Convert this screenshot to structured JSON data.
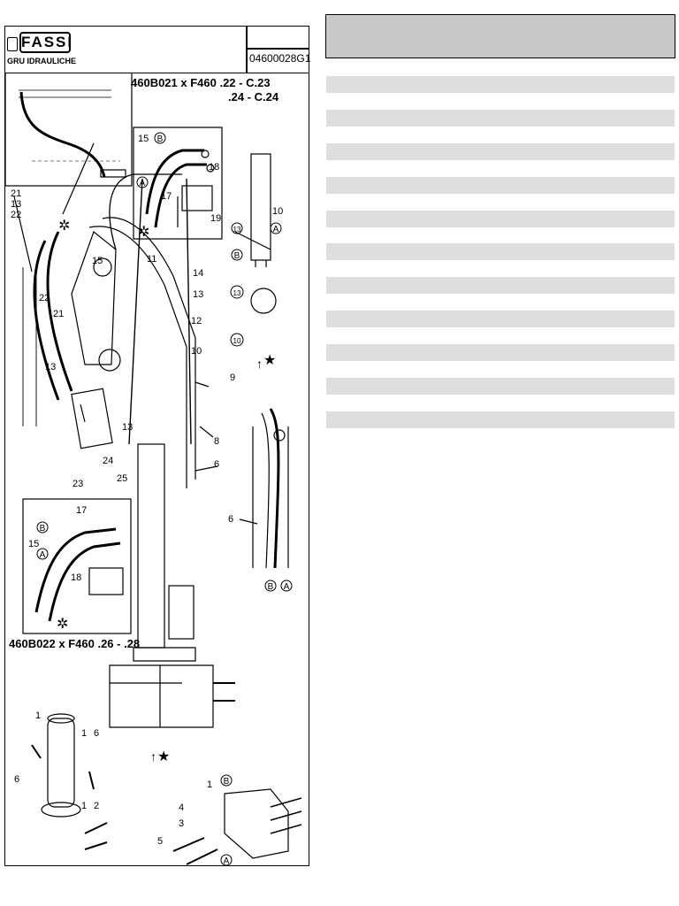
{
  "title_block": {
    "logo_text": "FASSI",
    "logo_subtitle": "GRU IDRAULICHE",
    "drawing_code": "04600028G1"
  },
  "drawing": {
    "variant_top_line1": "460B021 x F460 .22 - C.23",
    "variant_top_line2": ".24 - C.24",
    "variant_bottom": "460B022 x F460 .26 - .28",
    "callouts": {
      "n21": "21",
      "n13": "13",
      "n22": "22",
      "n15": "15",
      "n17": "17",
      "n18": "18",
      "n19": "19",
      "n10": "10",
      "n11": "11",
      "n14": "14",
      "n12": "12",
      "n9": "9",
      "n8": "8",
      "n6": "6",
      "n23": "23",
      "n24": "24",
      "n25": "25",
      "n1": "1",
      "n2": "2",
      "n3": "3",
      "n4": "4",
      "n5": "5",
      "A": "A",
      "B": "B"
    },
    "icons": [
      "asterisk-icon",
      "star-icon",
      "arrow-up-icon"
    ]
  },
  "parts_table": {
    "header": "",
    "rows": [
      {
        "text": ""
      },
      {
        "text": ""
      },
      {
        "text": ""
      },
      {
        "text": ""
      },
      {
        "text": ""
      },
      {
        "text": ""
      },
      {
        "text": ""
      },
      {
        "text": ""
      },
      {
        "text": ""
      },
      {
        "text": ""
      },
      {
        "text": ""
      }
    ]
  }
}
